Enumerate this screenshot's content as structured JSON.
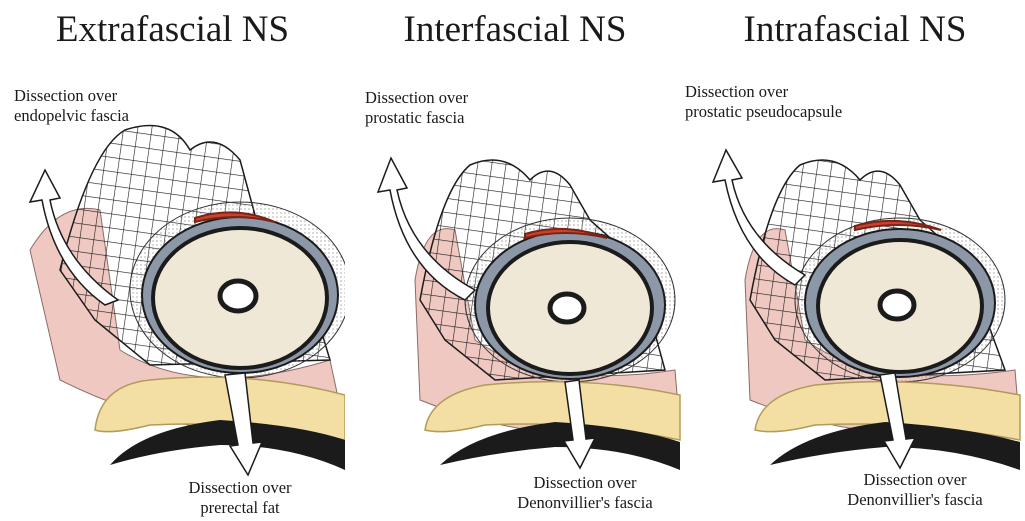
{
  "panels": [
    {
      "title": "Extrafascial NS",
      "top_label": [
        "Dissection over",
        "endopelvic fascia"
      ],
      "bottom_label": [
        "Dissection over",
        "prerectal fat"
      ]
    },
    {
      "title": "Interfascial NS",
      "top_label": [
        "Dissection over",
        "prostatic fascia"
      ],
      "bottom_label": [
        "Dissection over",
        "Denonvillier's fascia"
      ]
    },
    {
      "title": "Intrafascial NS",
      "top_label": [
        "Dissection over",
        "prostatic pseudocapsule"
      ],
      "bottom_label": [
        "Dissection over",
        "Denonvillier's fascia"
      ]
    }
  ],
  "colors": {
    "fascia_grid": "#1b1b1b",
    "capsule": "#8c98a8",
    "prostate": "#efe8d6",
    "neurovascular": "#c9422e",
    "pink_layer": "#efc9c1",
    "fat": "#f3dfa4",
    "arrow_fill": "#ffffff"
  }
}
